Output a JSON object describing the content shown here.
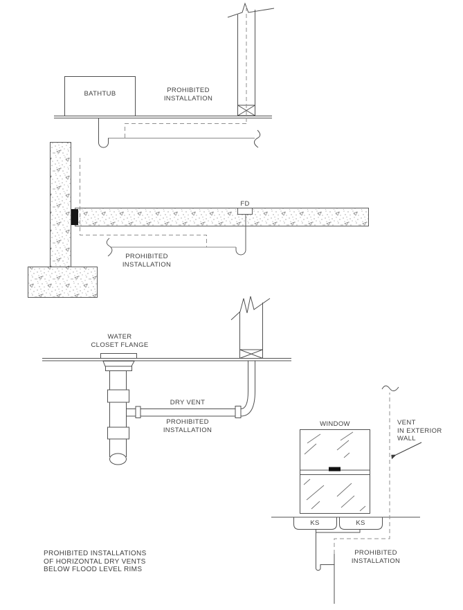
{
  "figure": {
    "caption": "PROHIBITED INSTALLATIONS\nOF HORIZONTAL DRY VENTS\nBELOW FLOOD LEVEL RIMS",
    "colors": {
      "line": "#4f4f4f",
      "drain_line": "#8a8a8a",
      "dashed_line": "#8f8f8f",
      "text": "#3e3e3e",
      "background": "#ffffff"
    },
    "diagrams": {
      "bathtub": {
        "fixture_label": "BATHTUB",
        "note": "PROHIBITED\nINSTALLATION"
      },
      "floor_drain": {
        "fixture_label": "FD",
        "note": "PROHIBITED\nINSTALLATION"
      },
      "water_closet": {
        "fixture_label": "WATER\nCLOSET FLANGE",
        "pipe_label": "DRY VENT",
        "note": "PROHIBITED\nINSTALLATION"
      },
      "kitchen_sink": {
        "window_label": "WINDOW",
        "vent_label": "VENT\nIN EXTERIOR\nWALL",
        "sink_left_label": "KS",
        "sink_right_label": "KS",
        "note": "PROHIBITED\nINSTALLATION"
      }
    }
  }
}
